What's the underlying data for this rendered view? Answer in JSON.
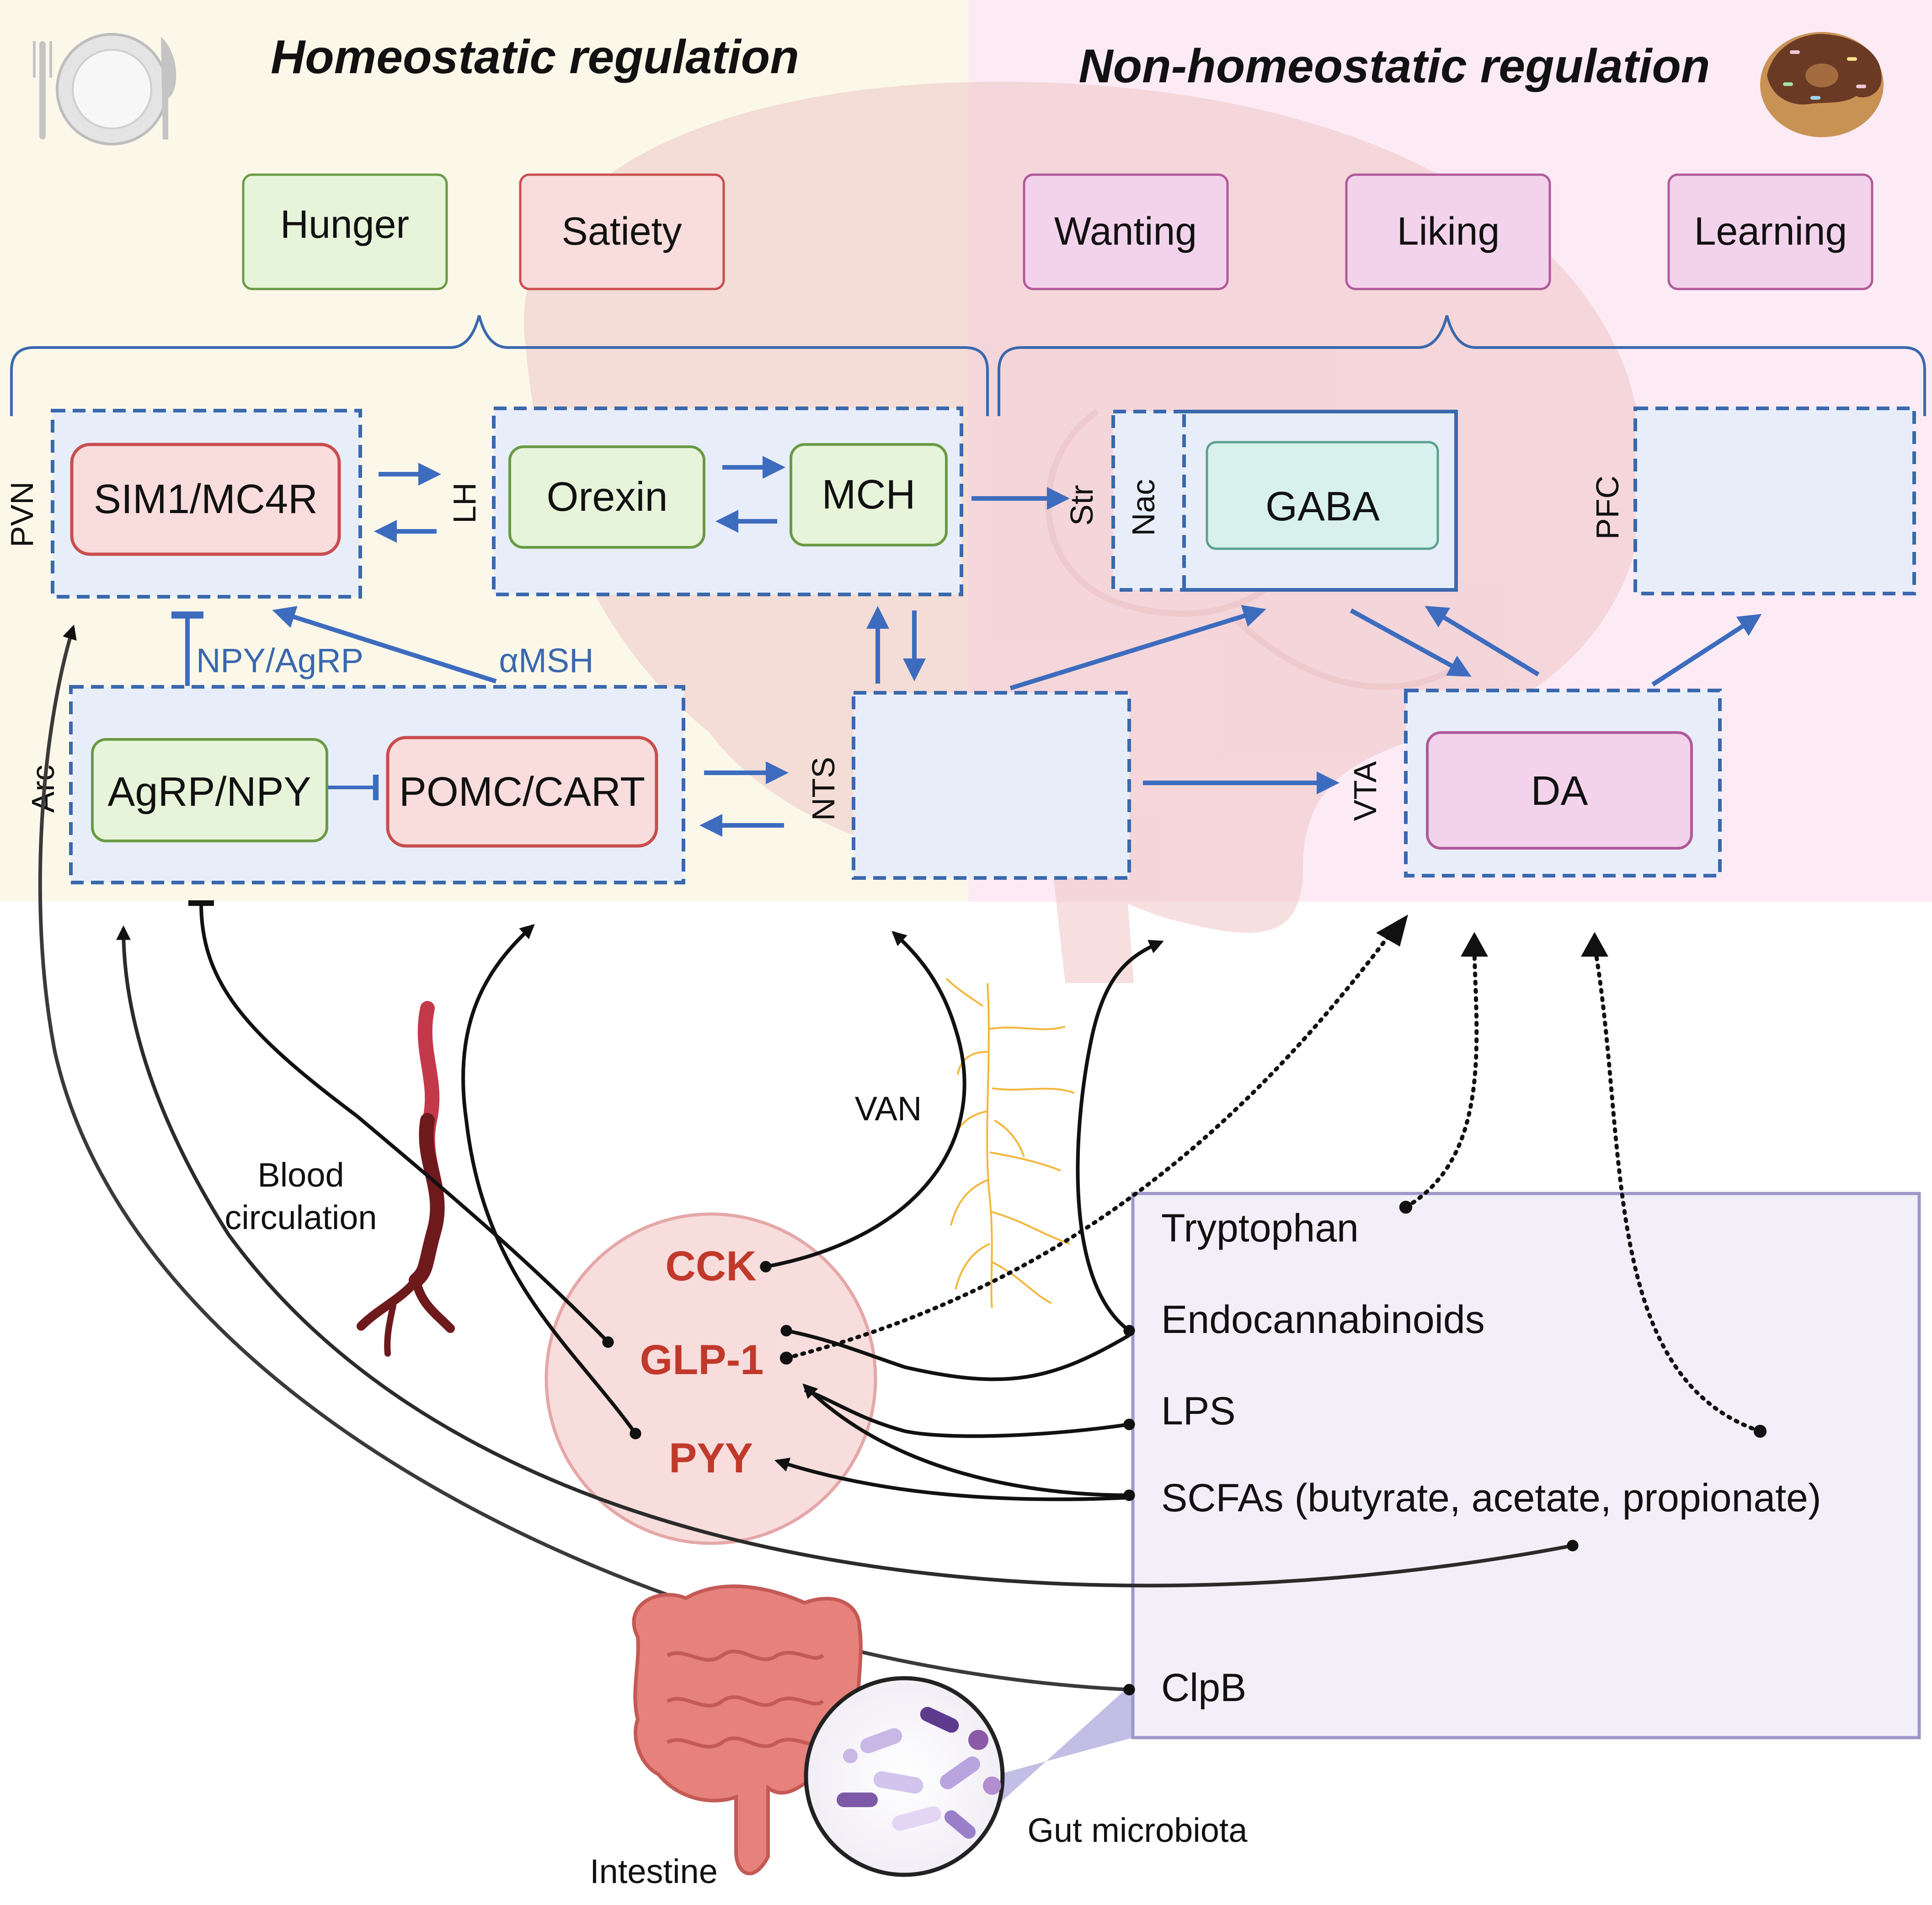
{
  "headers": {
    "homeostatic": "Homeostatic regulation",
    "non_homeostatic": "Non-homeostatic regulation"
  },
  "icons": {
    "left": "plate-cutlery-icon",
    "right": "donut-icon"
  },
  "behaviors": {
    "hunger": "Hunger",
    "satiety": "Satiety",
    "wanting": "Wanting",
    "liking": "Liking",
    "learning": "Learning"
  },
  "regions": {
    "pvn": "PVN",
    "lh": "LH",
    "arc": "Arc",
    "nts": "NTS",
    "str": "Str",
    "nac": "Nac",
    "vta": "VTA",
    "pfc": "PFC"
  },
  "neurons": {
    "sim1": "SIM1/MC4R",
    "orexin": "Orexin",
    "mch": "MCH",
    "gaba": "GABA",
    "agrp": "AgRP/NPY",
    "pomc": "POMC/CART",
    "da": "DA"
  },
  "signals": {
    "npy_agrp": "NPY/AgRP",
    "amsh": "αMSH"
  },
  "pathways": {
    "blood": [
      "Blood",
      "circulation"
    ],
    "van": "VAN"
  },
  "hormones": {
    "cck": "CCK",
    "glp1": "GLP-1",
    "pyy": "PYY"
  },
  "metabolites": {
    "tryptophan": "Tryptophan",
    "endocannabinoids": "Endocannabinoids",
    "lps": "LPS",
    "scfas": "SCFAs (butyrate, acetate, propionate)",
    "clpb": "ClpB"
  },
  "organs": {
    "intestine": "Intestine",
    "microbiota": "Gut microbiota"
  },
  "colors": {
    "homeostatic_bg": "#fbf8ea",
    "non_homeostatic_bg": "#fcebf5",
    "dashed_blue": "#3a68ad",
    "arrow_blue": "#3d6cbf",
    "hormone_red": "#c0392b",
    "green_fill": "#e6f4da",
    "green_stroke": "#6a9a44",
    "red_fill": "#f9dcdc",
    "red_stroke": "#c94d4d",
    "pink_fill": "#f3d3ec",
    "pink_stroke": "#b05a9a",
    "teal_fill": "#d8f1ec",
    "teal_stroke": "#5aa191",
    "microbiota_box": "#9d97c9"
  }
}
